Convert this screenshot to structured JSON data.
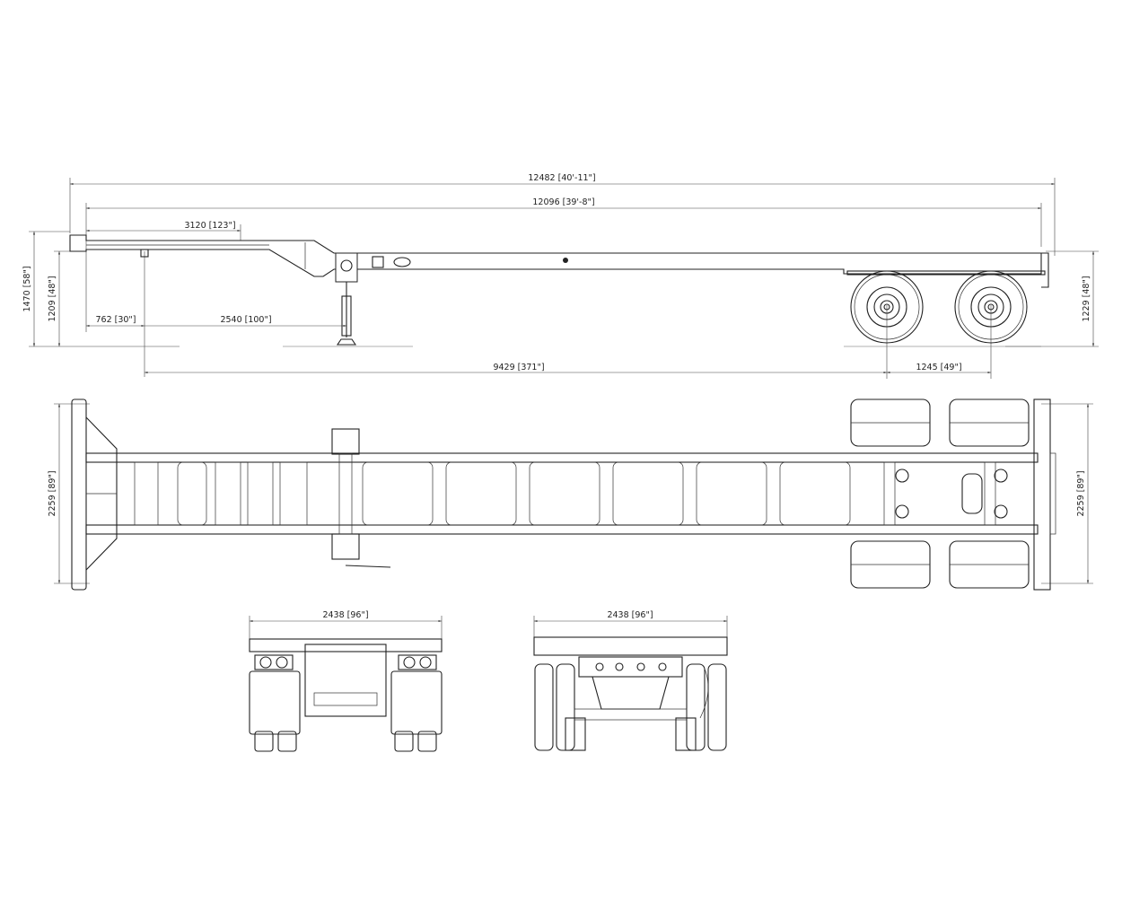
{
  "dimensions": {
    "overall_length": "12482 [40'-11\"]",
    "frame_length": "12096 [39'-8\"]",
    "gooseneck_length": "3120 [123\"]",
    "kingpin_offset": "762 [30\"]",
    "kingpin_to_landing_gear": "2540 [100\"]",
    "kingpin_to_axle": "9429 [371\"]",
    "axle_spread": "1245 [49\"]",
    "front_height": "1470 [58\"]",
    "front_deck_height": "1209 [48\"]",
    "rear_deck_height": "1229 [48\"]",
    "width_front": "2259 [89\"]",
    "width_rear": "2259 [89\"]",
    "front_view_width": "2438 [96\"]",
    "rear_view_width": "2438 [96\"]"
  },
  "icons": {
    "wheel": "wheel-icon",
    "landing_gear": "landing-gear-icon",
    "crank": "crank-handle-icon",
    "air_tank": "air-tank-icon"
  },
  "colors": {
    "stroke": "#222222",
    "background": "#ffffff"
  }
}
